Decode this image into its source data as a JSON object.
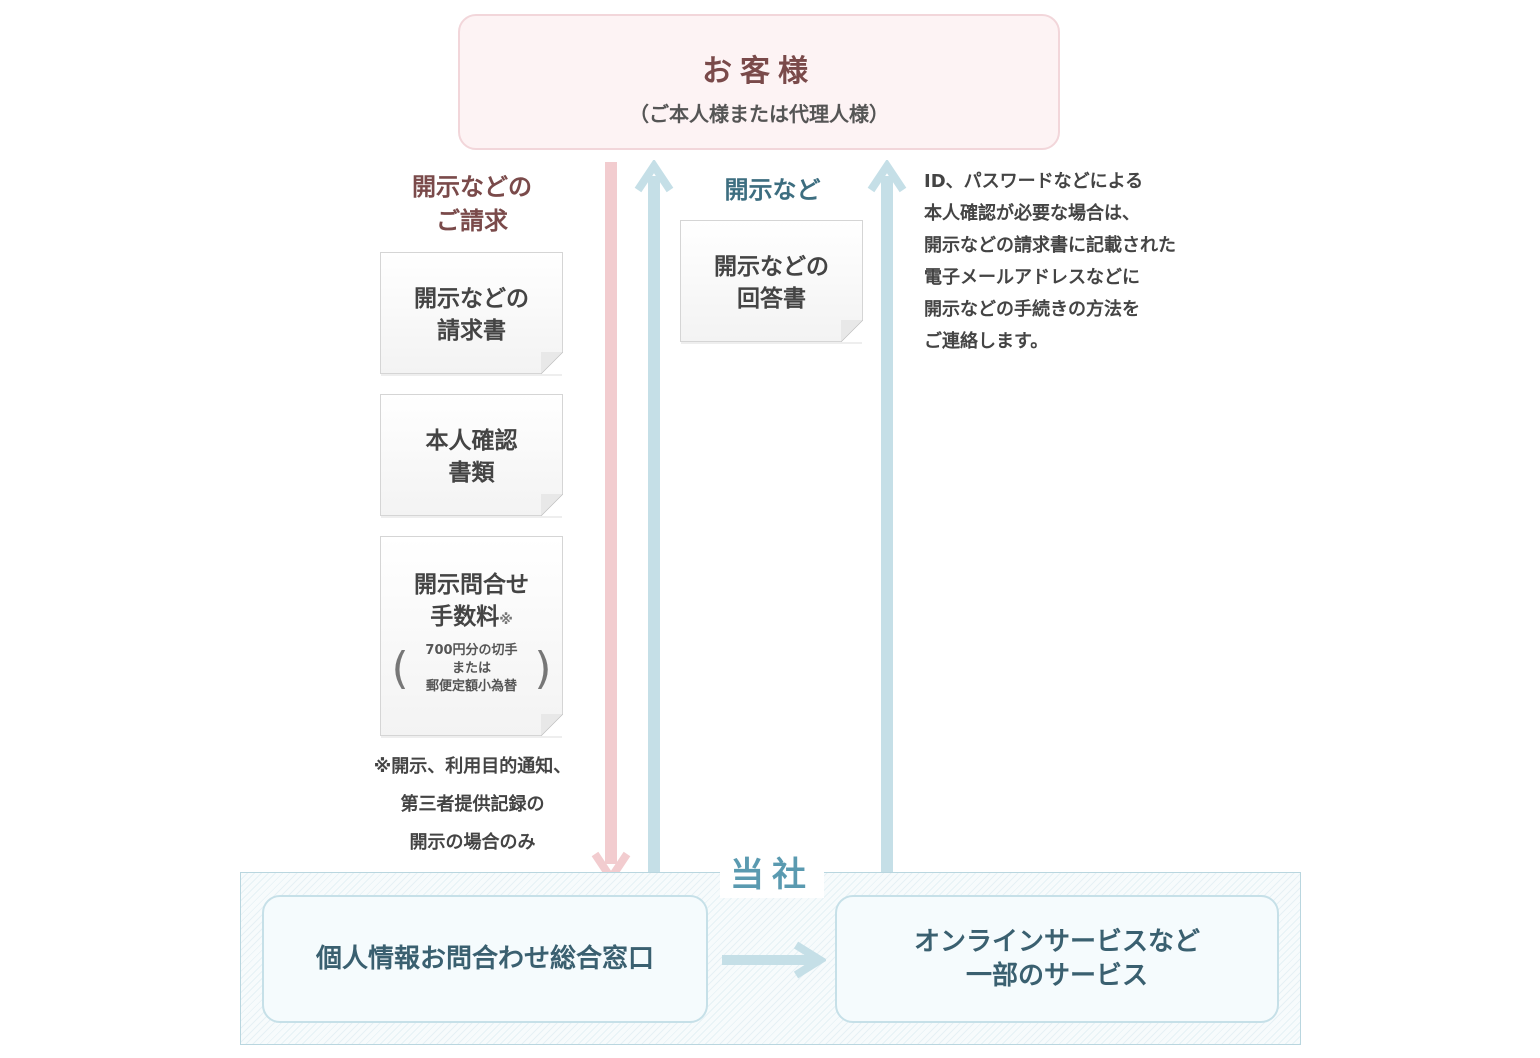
{
  "customer": {
    "title": "お客様",
    "subtitle": "（ご本人様または代理人様）"
  },
  "request_label": {
    "line1": "開示などの",
    "line2": "ご請求"
  },
  "response_label": "開示など",
  "documents": {
    "request_form": {
      "line1": "開示などの",
      "line2": "請求書"
    },
    "identity": {
      "line1": "本人確認",
      "line2": "書類"
    },
    "fee": {
      "line1": "開示問合せ",
      "line2": "手数料",
      "mark": "※",
      "note1": "700円分の切手",
      "note2": "または",
      "note3": "郵便定額小為替"
    },
    "answer": {
      "line1": "開示などの",
      "line2": "回答書"
    }
  },
  "fee_footnote": {
    "line1": "※開示、利用目的通知、",
    "line2": "第三者提供記録の",
    "line3": "開示の場合のみ"
  },
  "online_note": {
    "line1": "ID、パスワードなどによる",
    "line2": "本人確認が必要な場合は、",
    "line3": "開示などの請求書に記載された",
    "line4": "電子メールアドレスなどに",
    "line5": "開示などの手続きの方法を",
    "line6": "ご連絡します。"
  },
  "company": {
    "label": "当社",
    "desk": "個人情報お問合わせ総合窓口",
    "online": {
      "line1": "オンラインサービスなど",
      "line2": "一部のサービス"
    }
  },
  "colors": {
    "request_arrow": "#f2cccf",
    "response_arrow": "#c5dfe7",
    "customer_box": "#fdf3f4",
    "company_border": "#b9d6df"
  }
}
